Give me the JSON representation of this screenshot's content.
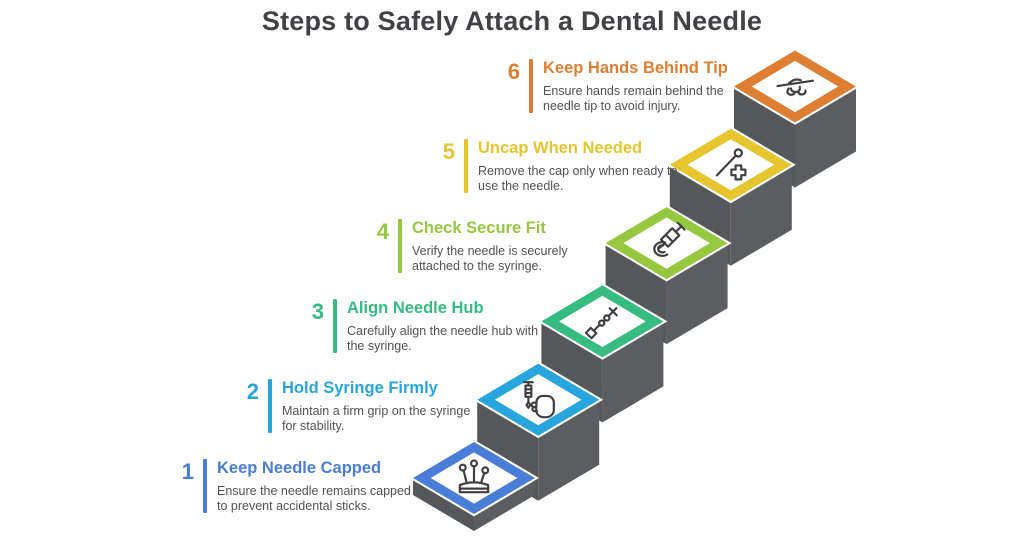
{
  "title": "Steps to Safely Attach a Dental Needle",
  "colors": {
    "title_text": "#414245",
    "description_text": "#515254",
    "stair_left_face": "#56575A",
    "stair_right_face": "#5C5D60",
    "tile_rim": "#FFFFFF",
    "tile_inner": "#FFFFFF",
    "icon_stroke": "#3E3F41",
    "background": "#FFFFFF"
  },
  "steps": [
    {
      "number": "1",
      "label": "Keep Needle Capped",
      "description": "Ensure the needle remains capped to prevent accidental sticks.",
      "color": "#4A7DD7",
      "icon": "pincushion-icon"
    },
    {
      "number": "2",
      "label": "Hold Syringe Firmly",
      "description": "Maintain a firm grip on the syringe for stability.",
      "color": "#27A5DC",
      "icon": "fist-syringe-icon"
    },
    {
      "number": "3",
      "label": "Align Needle Hub",
      "description": "Carefully align the needle hub with the syringe.",
      "color": "#36BB80",
      "icon": "align-needle-icon"
    },
    {
      "number": "4",
      "label": "Check Secure Fit",
      "description": "Verify the needle is securely attached to the syringe.",
      "color": "#95C83F",
      "icon": "syringe-hook-icon"
    },
    {
      "number": "5",
      "label": "Uncap When Needed",
      "description": "Remove the cap only when ready to use the needle.",
      "color": "#E7C52F",
      "icon": "needle-cross-icon"
    },
    {
      "number": "6",
      "label": "Keep Hands Behind Tip",
      "description": "Ensure hands remain behind the needle tip to avoid injury.",
      "color": "#DE7E33",
      "icon": "hand-needle-icon"
    }
  ]
}
